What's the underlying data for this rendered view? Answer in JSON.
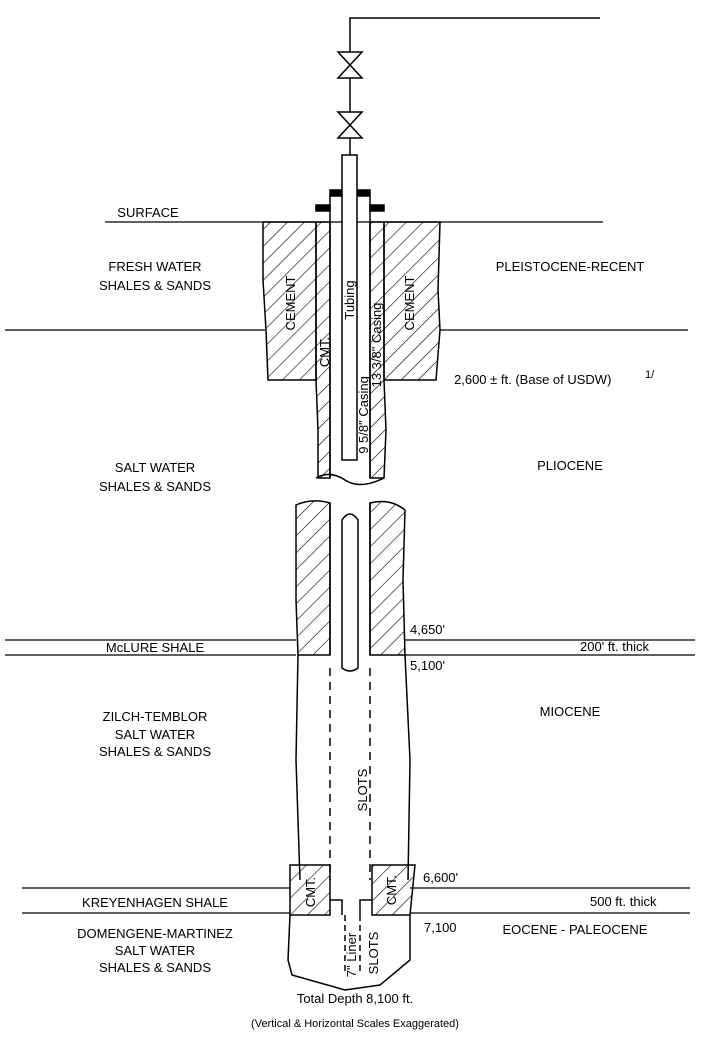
{
  "left_labels": {
    "surface": "SURFACE",
    "fresh_water_1": "FRESH WATER",
    "fresh_water_2": "SHALES & SANDS",
    "salt_water_1": "SALT WATER",
    "salt_water_2": "SHALES & SANDS",
    "mclure": "McLURE SHALE",
    "zilch_1": "ZILCH-TEMBLOR",
    "zilch_2": "SALT WATER",
    "zilch_3": "SHALES & SANDS",
    "kreyenhagen": "KREYENHAGEN SHALE",
    "domengene_1": "DOMENGENE-MARTINEZ",
    "domengene_2": "SALT WATER",
    "domengene_3": "SHALES & SANDS"
  },
  "right_labels": {
    "pleistocene": "PLEISTOCENE-RECENT",
    "usdw": "2,600 ± ft. (Base of USDW)",
    "usdw_note": "1/",
    "pliocene": "PLIOCENE",
    "depth_4650": "4,650'",
    "mclure_thick": "200' ft. thick",
    "depth_5100": "5,100'",
    "miocene": "MIOCENE",
    "depth_6600": "6,600'",
    "kreyenhagen_thick": "500 ft. thick",
    "depth_7100": "7,100",
    "eocene": "EOCENE - PALEOCENE"
  },
  "well_labels": {
    "cement_left": "CEMENT",
    "cement_right": "CEMENT",
    "cmt_annulus": "CMT.",
    "tubing": "Tubing",
    "casing_13": "13 3/8\" Casing",
    "casing_9": "9 5/8\" Casing",
    "slots_upper": "SLOTS",
    "cmt_left": "CMT.",
    "cmt_right": "CMT.",
    "liner": "7\" Liner",
    "slots_lower": "SLOTS"
  },
  "footer": {
    "total_depth": "Total Depth  8,100 ft.",
    "scale_note": "(Vertical & Horizontal Scales Exaggerated)"
  }
}
